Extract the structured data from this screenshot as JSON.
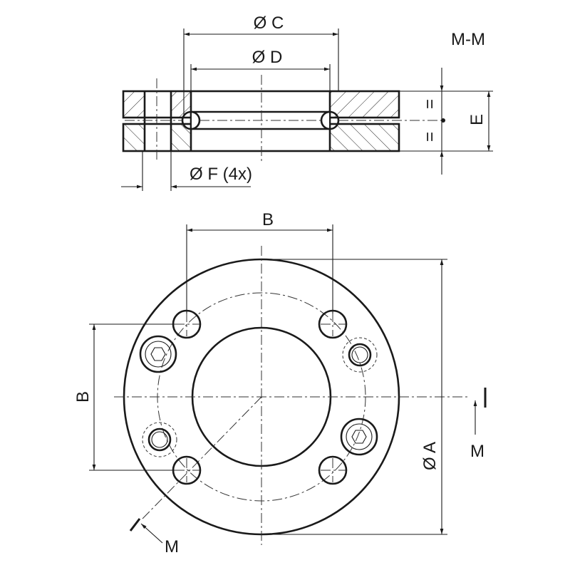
{
  "section_view": {
    "title": "M-M",
    "dim_c": "Ø C",
    "dim_d": "Ø D",
    "dim_e": "E",
    "dim_f": "Ø F (4x)",
    "equal_mark": "="
  },
  "plan_view": {
    "dim_b_horizontal": "B",
    "dim_b_vertical": "B",
    "dim_a": "Ø A",
    "section_marker_right": "M",
    "section_marker_bottom": "M"
  }
}
